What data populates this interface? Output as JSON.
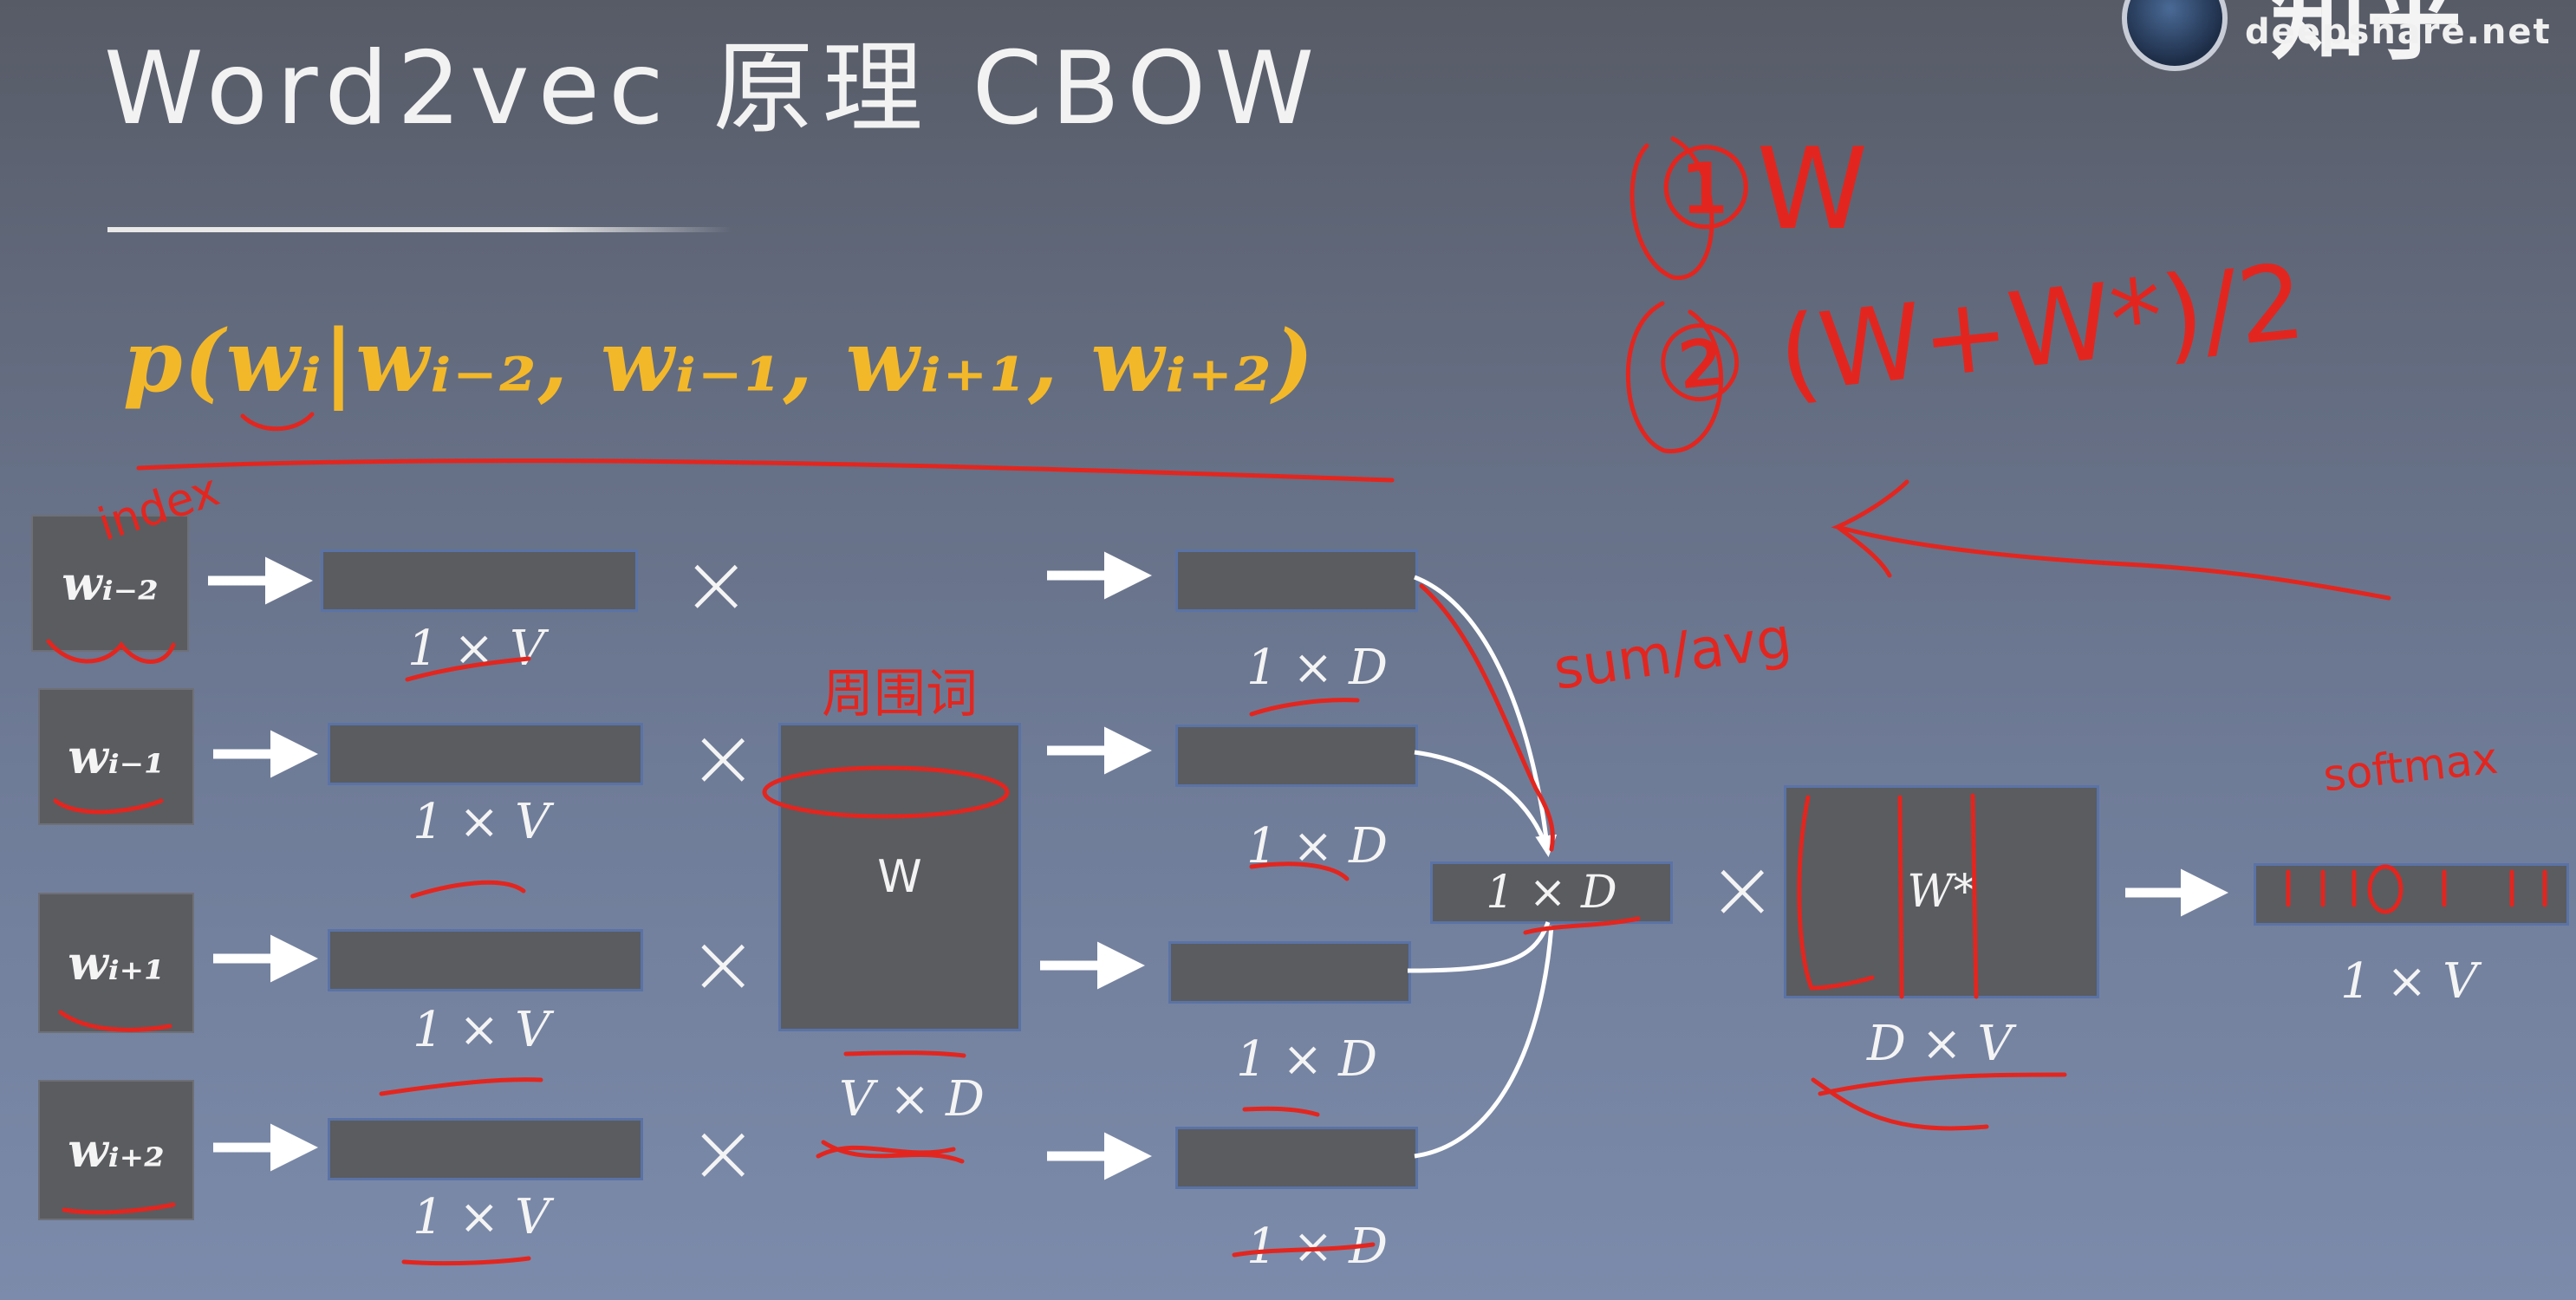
{
  "slide": {
    "title": "Word2vec 原理 CBOW",
    "formula": "p(wᵢ|wᵢ₋₂, wᵢ₋₁, wᵢ₊₁, wᵢ₊₂)"
  },
  "watermark": {
    "text": "deepshare.net",
    "big_text": "知乎"
  },
  "inputs": [
    {
      "word": "wᵢ₋₂",
      "vector_label": "1 × V"
    },
    {
      "word": "wᵢ₋₁",
      "vector_label": "1 × V"
    },
    {
      "word": "wᵢ₊₁",
      "vector_label": "1 × V"
    },
    {
      "word": "wᵢ₊₂",
      "vector_label": "1 × V"
    }
  ],
  "projection": {
    "matrix_label": "W",
    "matrix_dim": "V × D",
    "outputs": [
      "1 × D",
      "1 × D",
      "1 × D",
      "1 × D"
    ]
  },
  "hidden": {
    "label": "1 × D"
  },
  "output_matrix": {
    "label": "W*",
    "dim": "D × V"
  },
  "output": {
    "label": "1 × V"
  },
  "annotations": {
    "index": "index",
    "context_word": "周围词",
    "sum_avg": "sum/avg",
    "softmax": "softmax",
    "note_1": "①W",
    "note_2": "② (W+W*)/2"
  },
  "colors": {
    "formula": "#f3b82a",
    "handwriting": "#e2261f",
    "box_fill": "#5a5c60"
  }
}
